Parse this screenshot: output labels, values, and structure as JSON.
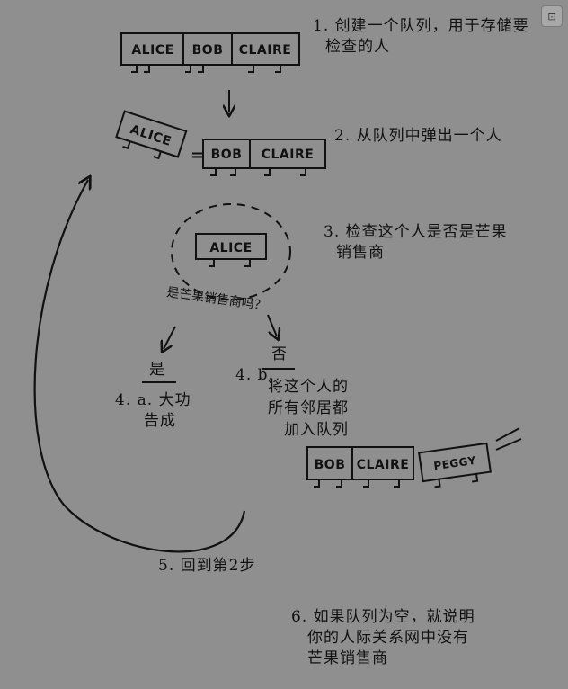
{
  "queues": {
    "initial": [
      "ALICE",
      "BOB",
      "CLAIRE"
    ],
    "popped_person": "ALICE",
    "remaining": [
      "BOB",
      "CLAIRE"
    ],
    "checked_person": "ALICE",
    "final": [
      "BOB",
      "CLAIRE"
    ],
    "added": "PEGGY",
    "equals_sign": "="
  },
  "steps": {
    "s1_line1": "1. 创建一个队列，用于存储要",
    "s1_line2": "检查的人",
    "s2": "2. 从队列中弹出一个人",
    "s3_line1": "3. 检查这个人是否是芒果",
    "s3_line2": "销售商",
    "question": "是芒果销售商吗？",
    "yes_label": "是",
    "s4a_line1": "4. a. 大功",
    "s4a_line2": "告成",
    "no_label": "否",
    "s4b_num": "4. b.",
    "s4b_line1": "将这个人的",
    "s4b_line2": "所有邻居都",
    "s4b_line3": "加入队列",
    "s5": "5. 回到第2步",
    "s6_line1": "6. 如果队列为空，就说明",
    "s6_line2": "你的人际关系网中没有",
    "s6_line3": "芒果销售商"
  },
  "ui": {
    "corner_icon": "screenshot-icon",
    "corner_glyph": "⊡"
  }
}
